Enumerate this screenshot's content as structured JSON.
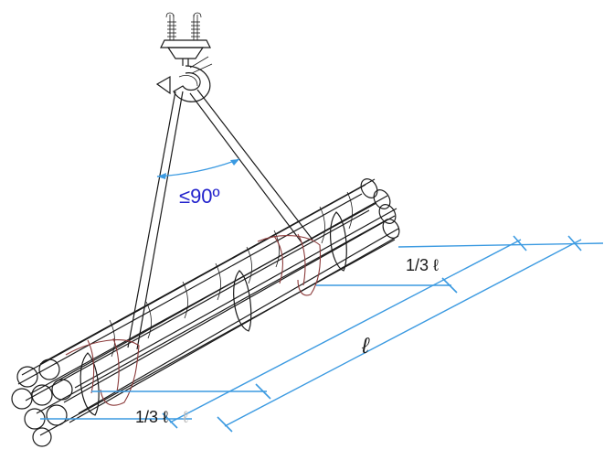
{
  "labels": {
    "angle": "≤90º",
    "third_right": "1/3 ℓ",
    "length": "ℓ",
    "third_left": "1/3 ℓ",
    "third_left_ghost": "ℓ"
  },
  "colors": {
    "line": "#1a1a1a",
    "dimension": "#3b9ae1",
    "angle_text": "#2222cc",
    "sling": "#8b3a3a",
    "ghost_text": "#bbbbbb"
  },
  "icons": [
    "crane-hook-icon",
    "shackle-icon"
  ]
}
